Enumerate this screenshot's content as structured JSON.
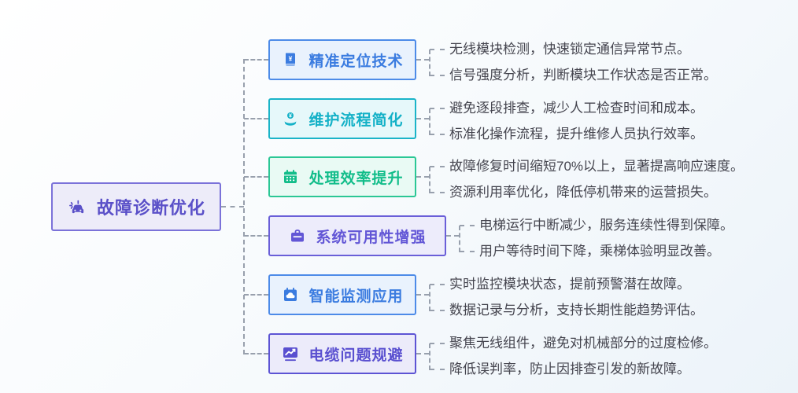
{
  "root": {
    "label": "故障诊断优化",
    "icon": "car-crash-icon",
    "colors": {
      "border": "#7b72d9",
      "bg": "#edecf9",
      "text": "#5a50c8"
    }
  },
  "connector_color": "#98a0ad",
  "branches": [
    {
      "label": "精准定位技术",
      "icon": "book-icon",
      "colors": {
        "border": "#4d8be8",
        "bg": "#e9f2fd",
        "text": "#3b7ce0"
      },
      "leaves": [
        "无线模块检测，快速锁定通信异常节点。",
        "信号强度分析，判断模块工作状态是否正常。"
      ]
    },
    {
      "label": "维护流程简化",
      "icon": "hand-coin-icon",
      "colors": {
        "border": "#1ab4c8",
        "bg": "#e6f8fa",
        "text": "#14b1c7"
      },
      "leaves": [
        "避免逐段排查，减少人工检查时间和成本。",
        "标准化操作流程，提升维修人员执行效率。"
      ]
    },
    {
      "label": "处理效率提升",
      "icon": "calendar-icon",
      "colors": {
        "border": "#2bc795",
        "bg": "#e9faf4",
        "text": "#12bd8a"
      },
      "leaves": [
        "故障修复时间缩短70%以上，显著提高响应速度。",
        "资源利用率优化，降低停机带来的运营损失。"
      ]
    },
    {
      "label": "系统可用性增强",
      "icon": "briefcase-icon",
      "colors": {
        "border": "#6a5fd8",
        "bg": "#edecfb",
        "text": "#6256d6"
      },
      "leaves": [
        "电梯运行中断减少，服务连续性得到保障。",
        "用户等待时间下降，乘梯体验明显改善。"
      ]
    },
    {
      "label": "智能监测应用",
      "icon": "calendar-cloud-icon",
      "colors": {
        "border": "#4d8be8",
        "bg": "#e9f2fd",
        "text": "#3b7ce0"
      },
      "leaves": [
        "实时监控模块状态，提前预警潜在故障。",
        "数据记录与分析，支持长期性能趋势评估。"
      ]
    },
    {
      "label": "电缆问题规避",
      "icon": "trend-chart-icon",
      "colors": {
        "border": "#5d54d4",
        "bg": "#ecebfa",
        "text": "#5a50d0"
      },
      "leaves": [
        "聚焦无线组件，避免对机械部分的过度检修。",
        "降低误判率，防止因排查引发的新故障。"
      ]
    }
  ]
}
